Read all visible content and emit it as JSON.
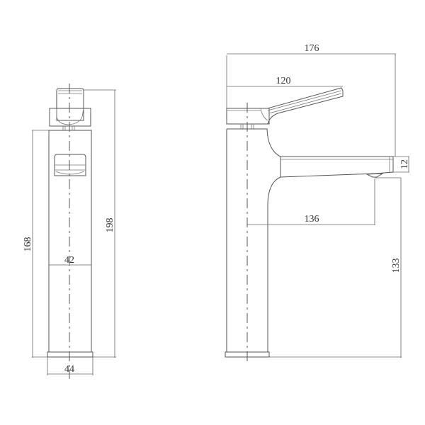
{
  "drawing": {
    "type": "faucet-technical-drawing",
    "units": "mm",
    "line_color": "#555555",
    "background": "#ffffff"
  },
  "side_view": {
    "name": "left-side-view",
    "dimensions": {
      "total_height": "198",
      "body_height": "168",
      "body_width": "42",
      "base_width": "44"
    }
  },
  "front_view": {
    "name": "front-elevation-view",
    "dimensions": {
      "overall_length": "176",
      "handle_length": "120",
      "spout_thickness": "12",
      "spout_reach": "136",
      "spout_outlet_height": "133"
    }
  }
}
